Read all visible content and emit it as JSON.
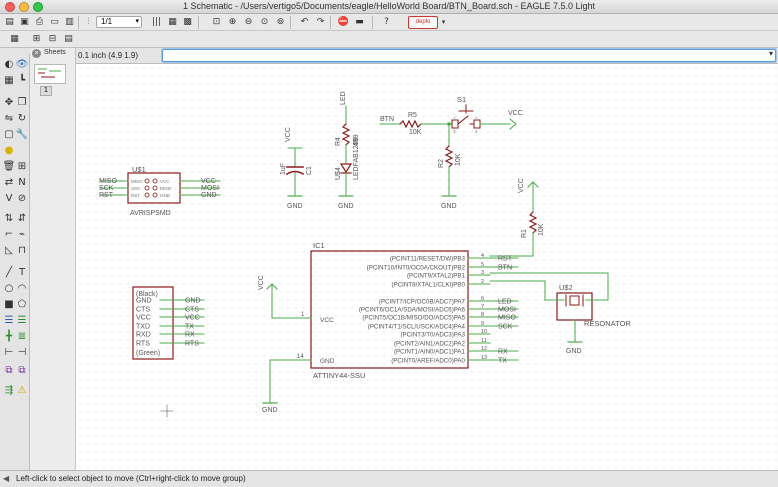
{
  "window": {
    "title": "1 Schematic - /Users/vertigo5/Documents/eagle/HelloWorld Board/BTN_Board.sch - EAGLE 7.5.0 Light"
  },
  "toolbar": {
    "sheet_select": "1/1",
    "deplog_label": "deplo"
  },
  "coordinates": {
    "readout": "0.1 inch (4.9 1.9)"
  },
  "command_line": {
    "value": "",
    "placeholder": ""
  },
  "sheets_panel": {
    "header": "Sheets",
    "sheet_number": "1"
  },
  "status": {
    "message": "Left-click to select object to move (Ctrl+right-click to move group)"
  },
  "schematic": {
    "colors": {
      "net": "#4ba84b",
      "symbol": "#8b1a1a",
      "text": "#555555",
      "grid_dot": "#c8c8c8"
    },
    "icsp": {
      "name": "U$1",
      "value": "AVRISPSMD",
      "nets_left": [
        "MISO",
        "SCK",
        "RST"
      ],
      "nets_right": [
        "VCC",
        "MOSI",
        "GND"
      ],
      "pins_left": [
        "MISO",
        "SCK",
        "RST"
      ],
      "pins_right": [
        "VCC",
        "MOSI",
        "GND"
      ]
    },
    "cap": {
      "supply": "VCC",
      "name": "C1",
      "value": "1uF",
      "gnd": "GND"
    },
    "led": {
      "net": "LED",
      "res_name": "R4",
      "res_value": "499",
      "led_name": "U$4",
      "led_value": "LEDFAB1206",
      "gnd": "GND"
    },
    "button": {
      "net": "BTN",
      "res_name": "R5",
      "res_value": "10K",
      "switch_name": "S1",
      "pins": [
        "1",
        "2",
        "3",
        "4"
      ],
      "supply": "VCC",
      "pulldown_name": "R2",
      "pulldown_value": "10K",
      "gnd": "GND"
    },
    "reset": {
      "supply": "VCC",
      "res_name": "R1",
      "res_value": "10K"
    },
    "mcu": {
      "name": "IC1",
      "value": "ATTINY44-SSU",
      "vcc_label": "VCC",
      "gnd_label": "GND",
      "supply": "VCC",
      "gnd_net": "GND",
      "vcc_pin": "1",
      "gnd_pin": "14",
      "pins": [
        {
          "label": "(PCINT11/RESET/DW)PB3",
          "num": "4",
          "net": "RST"
        },
        {
          "label": "(PCINT10/INT0/OC0A/CKOUT)PB2",
          "num": "5",
          "net": "BTN"
        },
        {
          "label": "(PCINT9/XTAL2)PB1",
          "num": "3",
          "net": ""
        },
        {
          "label": "(PCINT8/XTAL1/CLKI)PB0",
          "num": "2",
          "net": ""
        },
        {
          "label": "(PCINT7/ICP/OC0B/ADC7)PA7",
          "num": "6",
          "net": "LED"
        },
        {
          "label": "(PCINT6/OC1A/SDA/MOSI/ADC6)PA6",
          "num": "7",
          "net": "MOSI"
        },
        {
          "label": "(PCINT5/OC1B/MISO/DO/ADC5)PA5",
          "num": "8",
          "net": "MISO"
        },
        {
          "label": "(PCINT4/T1/SCL/USCK/ADC4)PA4",
          "num": "9",
          "net": "SCK"
        },
        {
          "label": "(PCINT3/T0/ADC3)PA3",
          "num": "10",
          "net": ""
        },
        {
          "label": "(PCINT2/AIN1/ADC2)PA2",
          "num": "11",
          "net": ""
        },
        {
          "label": "(PCINT1/AIN0/ADC1)PA1",
          "num": "12",
          "net": "RX"
        },
        {
          "label": "(PCINT0/AREF/ADC0)PA0",
          "num": "13",
          "net": "TX"
        }
      ]
    },
    "resonator": {
      "name": "U$2",
      "value": "RESONATOR",
      "gnd": "GND"
    },
    "ftdi": {
      "top_label": "(Black)",
      "bottom_label": "(Green)",
      "pins": [
        "GND",
        "CTS",
        "VCC",
        "TXD",
        "RXD",
        "RTS"
      ],
      "nets": [
        "GND",
        "CTS",
        "VCC",
        "TX",
        "RX",
        "RTS"
      ]
    }
  }
}
